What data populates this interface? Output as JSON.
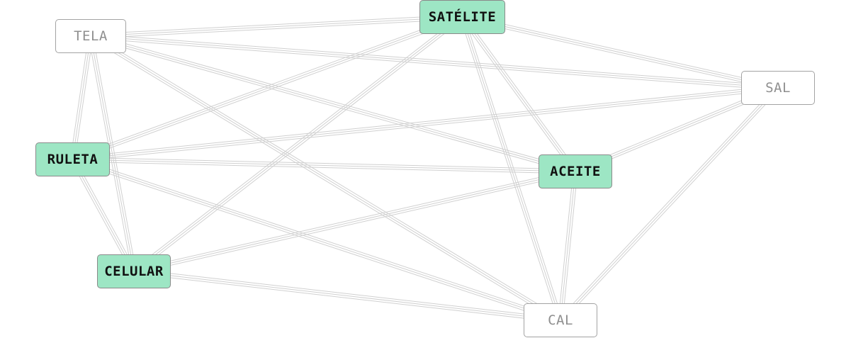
{
  "graph": {
    "colors": {
      "active_fill": "#9de6c4",
      "inactive_fill": "#ffffff",
      "edge": "#d0d0d0",
      "active_text": "#111111",
      "inactive_text": "#8f8f8f"
    },
    "nodes": {
      "satelite": {
        "label": "SATÉLITE",
        "state": "selected"
      },
      "tela": {
        "label": "TELA",
        "state": "unselected"
      },
      "sal": {
        "label": "SAL",
        "state": "unselected"
      },
      "ruleta": {
        "label": "RULETA",
        "state": "selected"
      },
      "aceite": {
        "label": "ACEITE",
        "state": "selected"
      },
      "celular": {
        "label": "CELULAR",
        "state": "selected"
      },
      "cal": {
        "label": "CAL",
        "state": "unselected"
      }
    },
    "edges": [
      [
        "satelite",
        "tela"
      ],
      [
        "satelite",
        "sal"
      ],
      [
        "satelite",
        "ruleta"
      ],
      [
        "satelite",
        "aceite"
      ],
      [
        "satelite",
        "celular"
      ],
      [
        "satelite",
        "cal"
      ],
      [
        "tela",
        "sal"
      ],
      [
        "tela",
        "ruleta"
      ],
      [
        "tela",
        "aceite"
      ],
      [
        "tela",
        "celular"
      ],
      [
        "tela",
        "cal"
      ],
      [
        "sal",
        "ruleta"
      ],
      [
        "sal",
        "aceite"
      ],
      [
        "sal",
        "cal"
      ],
      [
        "ruleta",
        "aceite"
      ],
      [
        "ruleta",
        "celular"
      ],
      [
        "ruleta",
        "cal"
      ],
      [
        "aceite",
        "celular"
      ],
      [
        "aceite",
        "cal"
      ],
      [
        "celular",
        "cal"
      ]
    ]
  }
}
